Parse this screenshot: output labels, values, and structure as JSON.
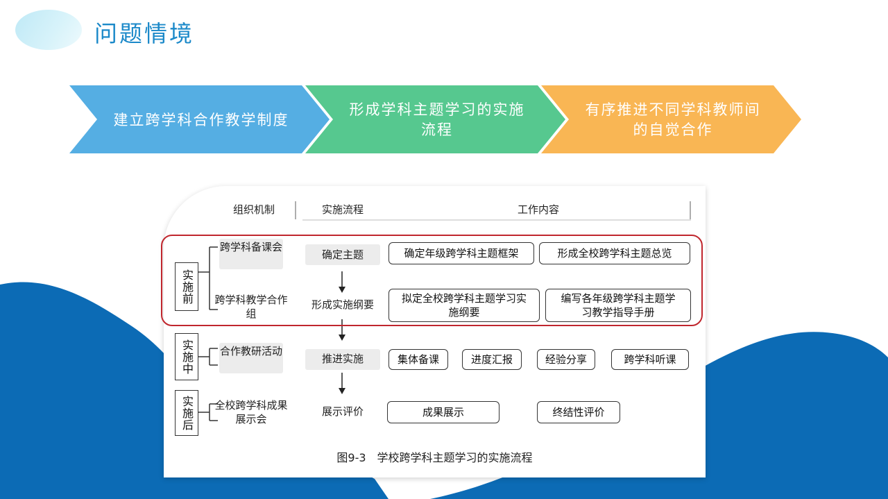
{
  "page": {
    "title": "问题情境"
  },
  "chevrons": [
    {
      "text": "建立跨学科合作教学制度",
      "color": "#55aee3"
    },
    {
      "text": "形成学科主题学习的实施流程",
      "color": "#56c88f"
    },
    {
      "text": "有序推进不同学科教师间的自觉合作",
      "color": "#f9b654"
    }
  ],
  "figure": {
    "headers": {
      "org": "组织机制",
      "process": "实施流程",
      "content": "工作内容"
    },
    "phases": [
      "实施前",
      "实施中",
      "实施后"
    ],
    "orgs": [
      "跨学科备课会",
      "跨学科教学合作组",
      "合作教研活动",
      "全校跨学科成果展示会"
    ],
    "steps": [
      "确定主题",
      "形成实施纲要",
      "推进实施",
      "展示评价"
    ],
    "tasks": {
      "row1": [
        "确定年级跨学科主题框架",
        "形成全校跨学科主题总览"
      ],
      "row2": [
        "拟定全校跨学科主题学习实施纲要",
        "编写各年级跨学科主题学习教学指导手册"
      ],
      "row3": [
        "集体备课",
        "进度汇报",
        "经验分享",
        "跨学科听课"
      ],
      "row4": [
        "成果展示",
        "终结性评价"
      ]
    },
    "caption": "图9-3　学校跨学科主题学习的实施流程"
  },
  "colors": {
    "title": "#1b89c9",
    "bg_wave": "#0c6bb5",
    "highlight": "#c0262d"
  }
}
